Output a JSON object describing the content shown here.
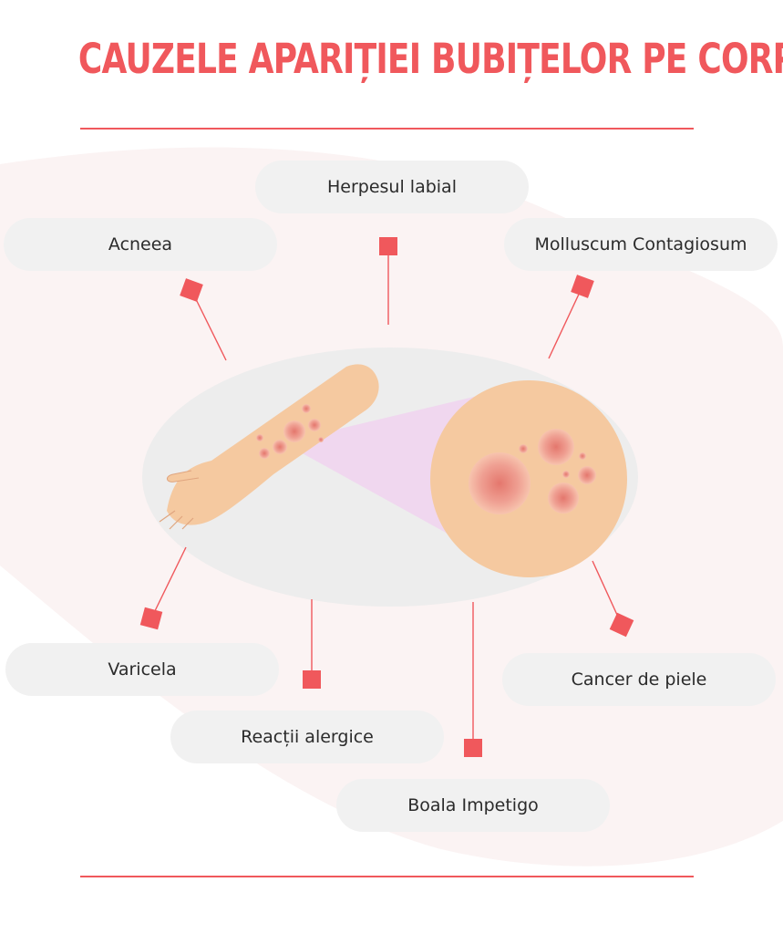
{
  "title": "CAUZELE APARIȚIEI BUBIȚELOR PE CORP",
  "colors": {
    "accent": "#f0585c",
    "pill_background": "#f1f1f1",
    "skin": "#f5c9a0",
    "rash": "#e98a7e",
    "zoom_beam": "#efd4ee"
  },
  "causes": {
    "herpes": "Herpesul labial",
    "acne": "Acneea",
    "molluscum": "Molluscum Contagiosum",
    "varicella": "Varicela",
    "allergic": "Reacții alergice",
    "impetigo": "Boala Impetigo",
    "skin_cancer": "Cancer de piele"
  }
}
